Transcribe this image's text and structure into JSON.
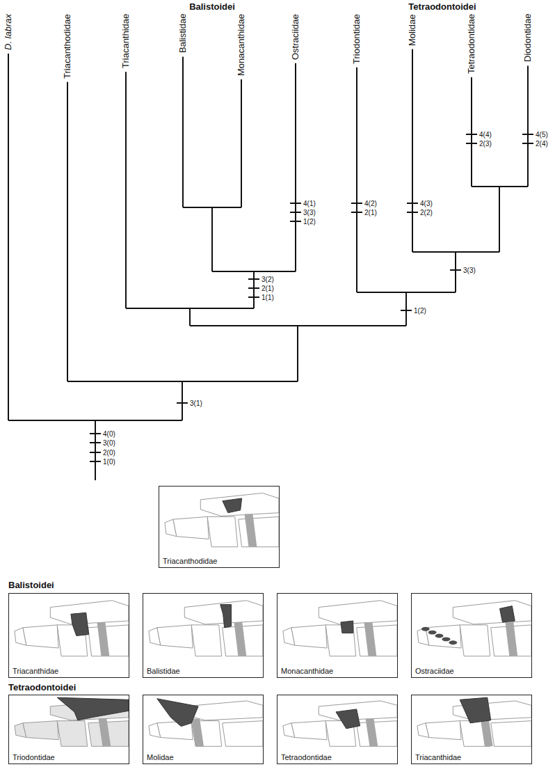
{
  "diagram": {
    "nodes": [
      {
        "text": [
          "Triacanthodidae"
        ]
      },
      {
        "text": [
          "Triacanthidae"
        ]
      },
      {
        "text": [
          "Balistidae"
        ]
      },
      {
        "text": [
          "Monacanthidae"
        ]
      },
      {
        "text": [
          "Ostraciidae"
        ]
      },
      {
        "text": [
          "Triodontidae"
        ]
      },
      {
        "text": [
          "Molidae"
        ]
      },
      {
        "text": [
          "Tetraodontidae"
        ]
      },
      {
        "text": [
          "Triacanthidae"
        ]
      }
    ],
    "labels": [
      "Balistoidei",
      "Tetraodontoidei",
      "D. labrax",
      "Triacanthodidae",
      "Triacanthidae",
      "Balistidae",
      "Monacanthidae",
      "Ostraciidae",
      "Triodontidae",
      "Molidae",
      "Tetraodontidae",
      "Diodontidae",
      "4(1)",
      "3(3)",
      "1(2)",
      "3(2)",
      "2(1)",
      "1(1)",
      "4(2)",
      "2(1)",
      "4(3)",
      "2(2)",
      "4(4)",
      "2(3)",
      "4(5)",
      "2(4)",
      "3(3)",
      "1(2)",
      "3(1)",
      "4(0)",
      "3(0)",
      "2(0)",
      "1(0)",
      "Balistoidei",
      "Tetraodontoidei"
    ]
  }
}
